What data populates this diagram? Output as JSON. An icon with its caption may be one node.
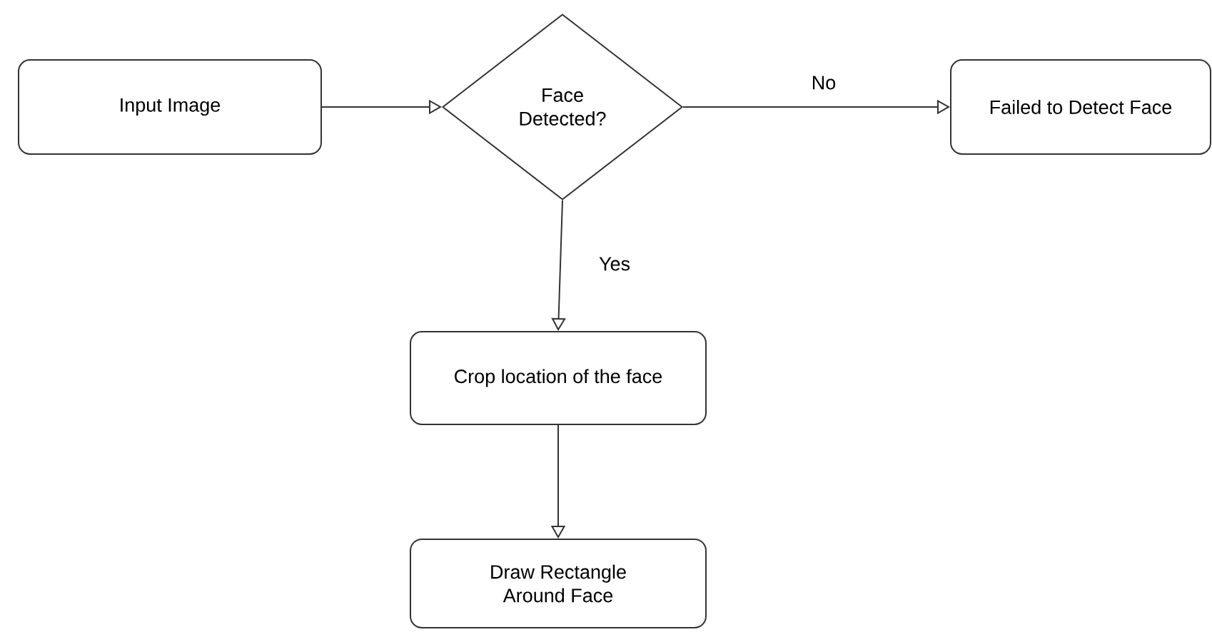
{
  "diagram": {
    "nodes": [
      {
        "text": [
          "Input Image"
        ]
      },
      {
        "text": [
          "Face Detected?"
        ]
      },
      {
        "text": [
          "Failed to Detect Face"
        ]
      },
      {
        "text": [
          "Crop location of the face"
        ]
      },
      {
        "text": [
          "Draw Rectangle Around Face"
        ]
      }
    ],
    "edges": [
      {
        "from": 0,
        "to": 1,
        "arrow": "to"
      },
      {
        "from": 1,
        "to": 2,
        "arrow": "to",
        "label": "No"
      },
      {
        "from": 1,
        "to": 3,
        "arrow": "to",
        "label": "Yes"
      },
      {
        "from": 3,
        "to": 4,
        "arrow": "to"
      }
    ]
  }
}
